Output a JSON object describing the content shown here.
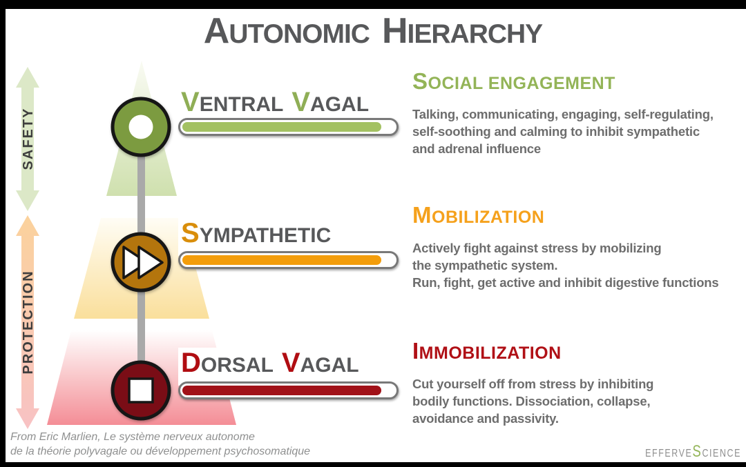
{
  "title": {
    "word1_initial": "A",
    "word1_rest": "UTONOMIC",
    "word2_initial": "H",
    "word2_rest": "IERARCHY"
  },
  "axis": {
    "safety_label": "SAFETY",
    "protection_label": "PROTECTION",
    "safety_color": "#dce8c7",
    "protection_top_color": "#fbd29c",
    "protection_bottom_color": "#f8c2c4"
  },
  "levels": [
    {
      "name": "ventral-vagal",
      "label": {
        "p1_init": "V",
        "p1_rest": "ENTRAL",
        "p2_init": "V",
        "p2_rest": "AGAL"
      },
      "accent": "#8fae56",
      "node_color": "#7b9b41",
      "bar_color": "#a3c162",
      "icon": "circle-icon",
      "panel": {
        "heading_init": "S",
        "heading_rest": "OCIAL ENGAGEMENT",
        "heading_color": "#93b457",
        "line1": "Talking, communicating, engaging, self-regulating,",
        "line2": "self-soothing and calming to inhibit sympathetic",
        "line3": "and adrenal influence"
      }
    },
    {
      "name": "sympathetic",
      "label": {
        "p1_init": "S",
        "p1_rest": "YMPATHETIC"
      },
      "accent": "#d98e0b",
      "node_color": "#b4750b",
      "bar_color": "#f39d0b",
      "icon": "fast-forward-icon",
      "panel": {
        "heading_init": "M",
        "heading_rest": "OBILIZATION",
        "heading_color": "#f5a11c",
        "line1": "Actively fight against stress by mobilizing",
        "line2": "the sympathetic system.",
        "line3": "Run, fight, get active and inhibit digestive functions"
      }
    },
    {
      "name": "dorsal-vagal",
      "label": {
        "p1_init": "D",
        "p1_rest": "ORSAL",
        "p2_init": "V",
        "p2_rest": "AGAL"
      },
      "accent": "#b00d12",
      "node_color": "#7a1014",
      "bar_color": "#a11118",
      "icon": "stop-icon",
      "panel": {
        "heading_init": "I",
        "heading_rest": "MMOBILIZATION",
        "heading_color": "#b01016",
        "line1": "Cut yourself off from stress by inhibiting",
        "line2": "bodily functions. Dissociation, collapse,",
        "line3": "avoidance and passivity."
      }
    }
  ],
  "footer": {
    "attribution_line1": "From Eric Marlien, Le système nerveux autonome",
    "attribution_line2": "de la théorie polyvagale ou développement psychosomatique",
    "logo_pre": "EFFERVE",
    "logo_s": "S",
    "logo_post": "CIENCE"
  },
  "palette": {
    "title_gray": "#57585a",
    "body_gray": "#6d6d6d",
    "pyramid_green": "#cfe0ae",
    "pyramid_yellow": "#fadf9b",
    "pyramid_pink": "#f48d96",
    "connector_gray": "#a9a9a9"
  }
}
